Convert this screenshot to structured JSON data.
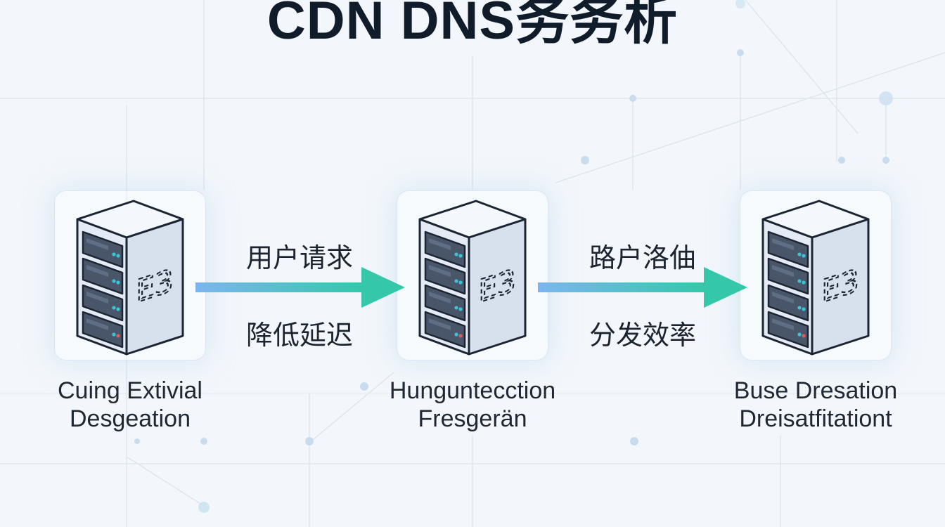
{
  "title": "CDN DNS务务析",
  "nodes": [
    {
      "icon": "server-icon",
      "line1": "Cuing Extivial",
      "line2": "Desgeation"
    },
    {
      "icon": "server-icon",
      "line1": "Hunguntecction",
      "line2": "Fresgerän"
    },
    {
      "icon": "server-icon",
      "line1": "Buse Dresation",
      "line2": "Dreisatfitationt"
    }
  ],
  "flows": [
    {
      "top_label": "用户请求",
      "bottom_label": "降低延迟"
    },
    {
      "top_label": "路户洛伷",
      "bottom_label": "分发效率"
    }
  ],
  "server_glyph": "E3",
  "colors": {
    "title": "#111c2b",
    "arrow_start": "#7cb6ef",
    "arrow_end": "#34c7a9",
    "server_body": "#e4ebf4",
    "server_outline": "#1c2534",
    "led_cyan": "#3cc3d6",
    "led_red": "#e25b5b"
  }
}
